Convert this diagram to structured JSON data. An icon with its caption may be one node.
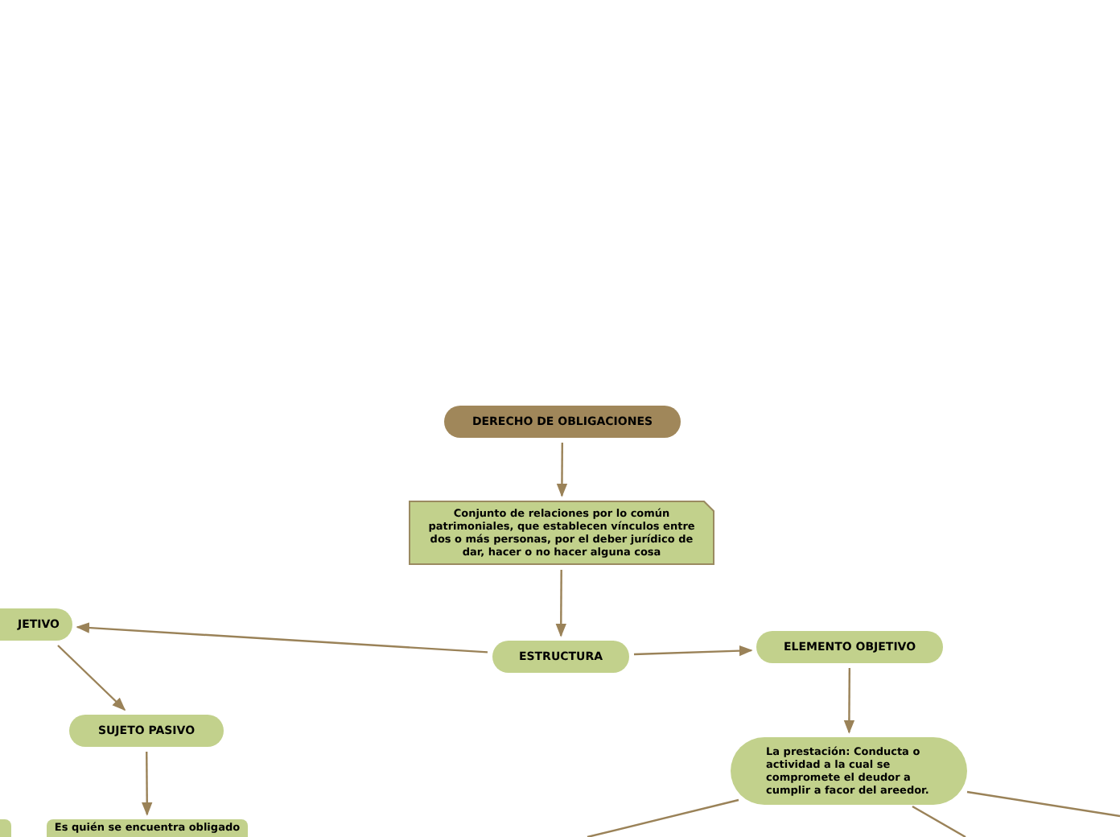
{
  "diagram": {
    "nodes": [
      {
        "text": [
          "DERECHO DE OBLIGACIONES"
        ]
      },
      {
        "text": [
          "Conjunto de relaciones por lo común patrimoniales, que establecen vínculos entre dos o más personas, por el deber jurídico de dar, hacer o no hacer alguna cosa"
        ]
      },
      {
        "text": [
          "ESTRUCTURA"
        ]
      },
      {
        "text": [
          "JETIVO"
        ]
      },
      {
        "text": [
          "ELEMENTO OBJETIVO"
        ]
      },
      {
        "text": [
          "SUJETO PASIVO"
        ]
      },
      {
        "text": [
          "La prestación: Conducta o actividad a la cual se compromete el deudor a cumplir a facor del areedor."
        ]
      },
      {
        "text": [
          "Es quién se encuentra obligado"
        ]
      },
      {
        "text": [],
        "shape": "box"
      }
    ],
    "edges": [
      {
        "from": 0,
        "to": 1,
        "arrow": "to"
      },
      {
        "from": 1,
        "to": 2,
        "arrow": "to"
      },
      {
        "from": 2,
        "to": 3,
        "arrow": "to"
      },
      {
        "from": 2,
        "to": 4,
        "arrow": "to"
      },
      {
        "from": 3,
        "to": 5,
        "arrow": "to"
      },
      {
        "from": 5,
        "to": 7,
        "arrow": "to"
      },
      {
        "from": 4,
        "to": 6,
        "arrow": "to"
      },
      {
        "from": 6,
        "to": null,
        "arrow": "none"
      },
      {
        "from": 6,
        "to": null,
        "arrow": "none"
      },
      {
        "from": 6,
        "to": null,
        "arrow": "none"
      }
    ]
  }
}
